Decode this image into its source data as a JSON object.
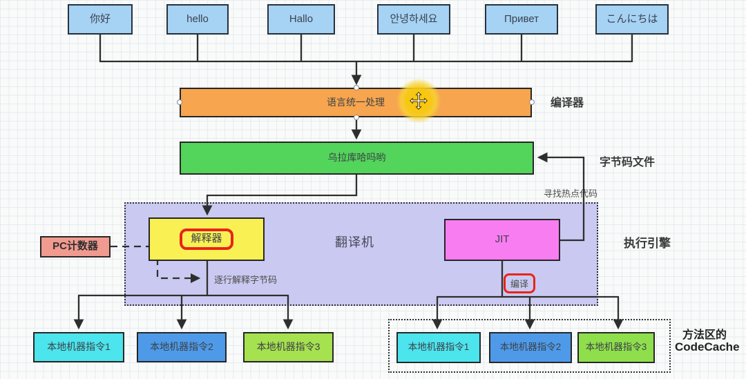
{
  "top_boxes": [
    {
      "label": "你好"
    },
    {
      "label": "hello"
    },
    {
      "label": "Hallo"
    },
    {
      "label": "안녕하세요"
    },
    {
      "label": "Привет"
    },
    {
      "label": "こんにちは"
    }
  ],
  "compiler_row": {
    "box": "语言统一处理",
    "annotation": "编译器"
  },
  "bytecode_row": {
    "box": "乌拉库哈吗哟",
    "annotation": "字节码文件"
  },
  "engine": {
    "container": "翻译机",
    "annotation": "执行引擎",
    "interpreter": "解释器",
    "jit": "JIT",
    "pc_counter": "PC计数器",
    "note_interpret": "逐行解释字节码",
    "note_hotspot": "寻找热点代码",
    "note_compile": "编译"
  },
  "left_outputs": [
    {
      "label": "本地机器指令1"
    },
    {
      "label": "本地机器指令2"
    },
    {
      "label": "本地机器指令3"
    }
  ],
  "right_outputs": [
    {
      "label": "本地机器指令1"
    },
    {
      "label": "本地机器指令2"
    },
    {
      "label": "本地机器指令3"
    }
  ],
  "codecache": {
    "line1": "方法区的",
    "line2": "CodeCache"
  },
  "colors": {
    "top_box_fill": "#a6d2f4",
    "compiler_fill": "#f7a54e",
    "bytecode_fill": "#53d45b",
    "engine_fill": "#c9c9f1",
    "interpreter_fill": "#f9f154",
    "jit_fill": "#f87df1",
    "pc_fill": "#f19a8f",
    "output1_fill": "#4ce4ed",
    "output2_fill": "#4e9ae9",
    "output3_fill": "#9ade4f",
    "highlight_red": "#e92418",
    "cursor_halo": "#f7cd0f",
    "line": "#2e2e2e"
  }
}
